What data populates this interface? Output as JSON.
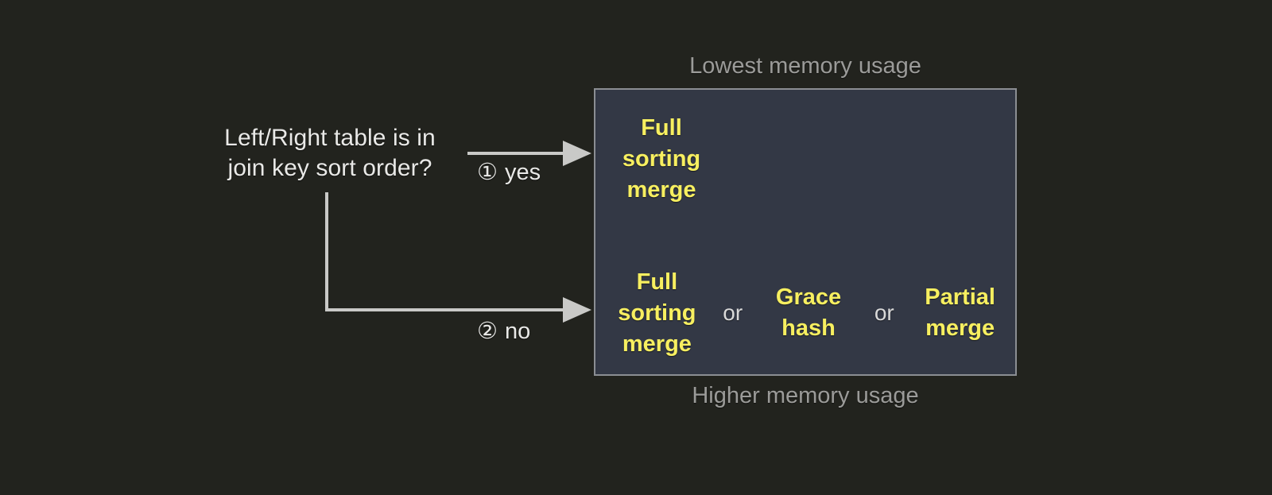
{
  "background_color": "#22231e",
  "question": {
    "text": "Left/Right table is in\njoin key sort order?",
    "color": "#e9e9e7"
  },
  "branches": [
    {
      "marker": "①",
      "label": "yes",
      "target_row": "sorted"
    },
    {
      "marker": "②",
      "label": "no",
      "target_row": "unsorted"
    }
  ],
  "box": {
    "fill_color": "#333845",
    "border_color": "#8b8e93",
    "caption_top": "Lowest memory usage",
    "caption_bottom": "Higher memory usage",
    "caption_color": "#9b9b99",
    "option_color": "#f7ef60",
    "separator_color": "#d9d9d9"
  },
  "rows": {
    "sorted": {
      "options": [
        {
          "name": "full-sorting-merge",
          "text": "Full\nsorting\nmerge"
        }
      ],
      "separators": []
    },
    "unsorted": {
      "options": [
        {
          "name": "full-sorting-merge",
          "text": "Full\nsorting\nmerge"
        },
        {
          "name": "grace-hash",
          "text": "Grace\nhash"
        },
        {
          "name": "partial-merge",
          "text": "Partial\nmerge"
        }
      ],
      "separators": [
        "or",
        "or"
      ]
    }
  }
}
